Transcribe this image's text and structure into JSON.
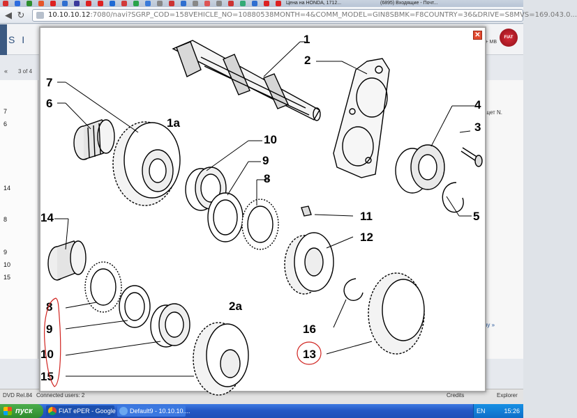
{
  "browser": {
    "url": "10.10.10.12",
    "url_path": ":7080/navi?SGRP_COD=158VEHICLE_NO=10880538MONTH=4&COMM_MODEL=GIN8SBMK=F8COUNTRY=36&DRIVE=S8MVS=169.043.0..."
  },
  "bookmarks": {
    "colors": [
      "#d9302e",
      "#2d6cdf",
      "#2d8f2d",
      "#e5552b",
      "#d22",
      "#2f6fd0",
      "#3a3a9c",
      "#d22",
      "#d22",
      "#1f6ad4",
      "#d23a3a",
      "#2aa34a",
      "#3b7bd9",
      "#888",
      "#c33",
      "#2f6fd0",
      "#888",
      "#d55",
      "#888",
      "#c33",
      "#3a7",
      "#2f6fd0",
      "#d22",
      "#d22"
    ],
    "tab1": "Цена на HONDA, 1712...",
    "tab2": "(6895) Входящие - Почт..."
  },
  "background_page": {
    "brand": "S I",
    "page_info": "3 of 4",
    "left_numbers": [
      "7",
      "6",
      "14",
      "8",
      "9",
      "10",
      "15"
    ],
    "right_text": "ацет N.",
    "right_link": "ну »",
    "status_left": "DVD Rel.84",
    "status_users": "Connected users: 2",
    "status_credits": "Credits",
    "status_brand": "Explorer",
    "mb_label": "+ MB",
    "fiat_logo": "FIAT",
    "bg_labels": [
      "7",
      "6",
      "14",
      "8",
      "9",
      "10",
      "15"
    ]
  },
  "diagram": {
    "part_labels": {
      "p1": "1",
      "p2": "2",
      "p3": "3",
      "p4": "4",
      "p5": "5",
      "p6": "6",
      "p7": "7",
      "p1a": "1a",
      "p10": "10",
      "p9": "9",
      "p8": "8",
      "p11": "11",
      "p12": "12",
      "p14": "14",
      "p2a": "2a",
      "p16": "16",
      "p13": "13",
      "q8": "8",
      "q9": "9",
      "q10": "10",
      "q15": "15"
    },
    "annotation_color": "#d0231f"
  },
  "taskbar": {
    "start_label": "пуск",
    "tasks": [
      "FIAT ePER - Google C...",
      "Default9 - 10.10.10...."
    ],
    "lang": "EN",
    "time": "15:26"
  }
}
